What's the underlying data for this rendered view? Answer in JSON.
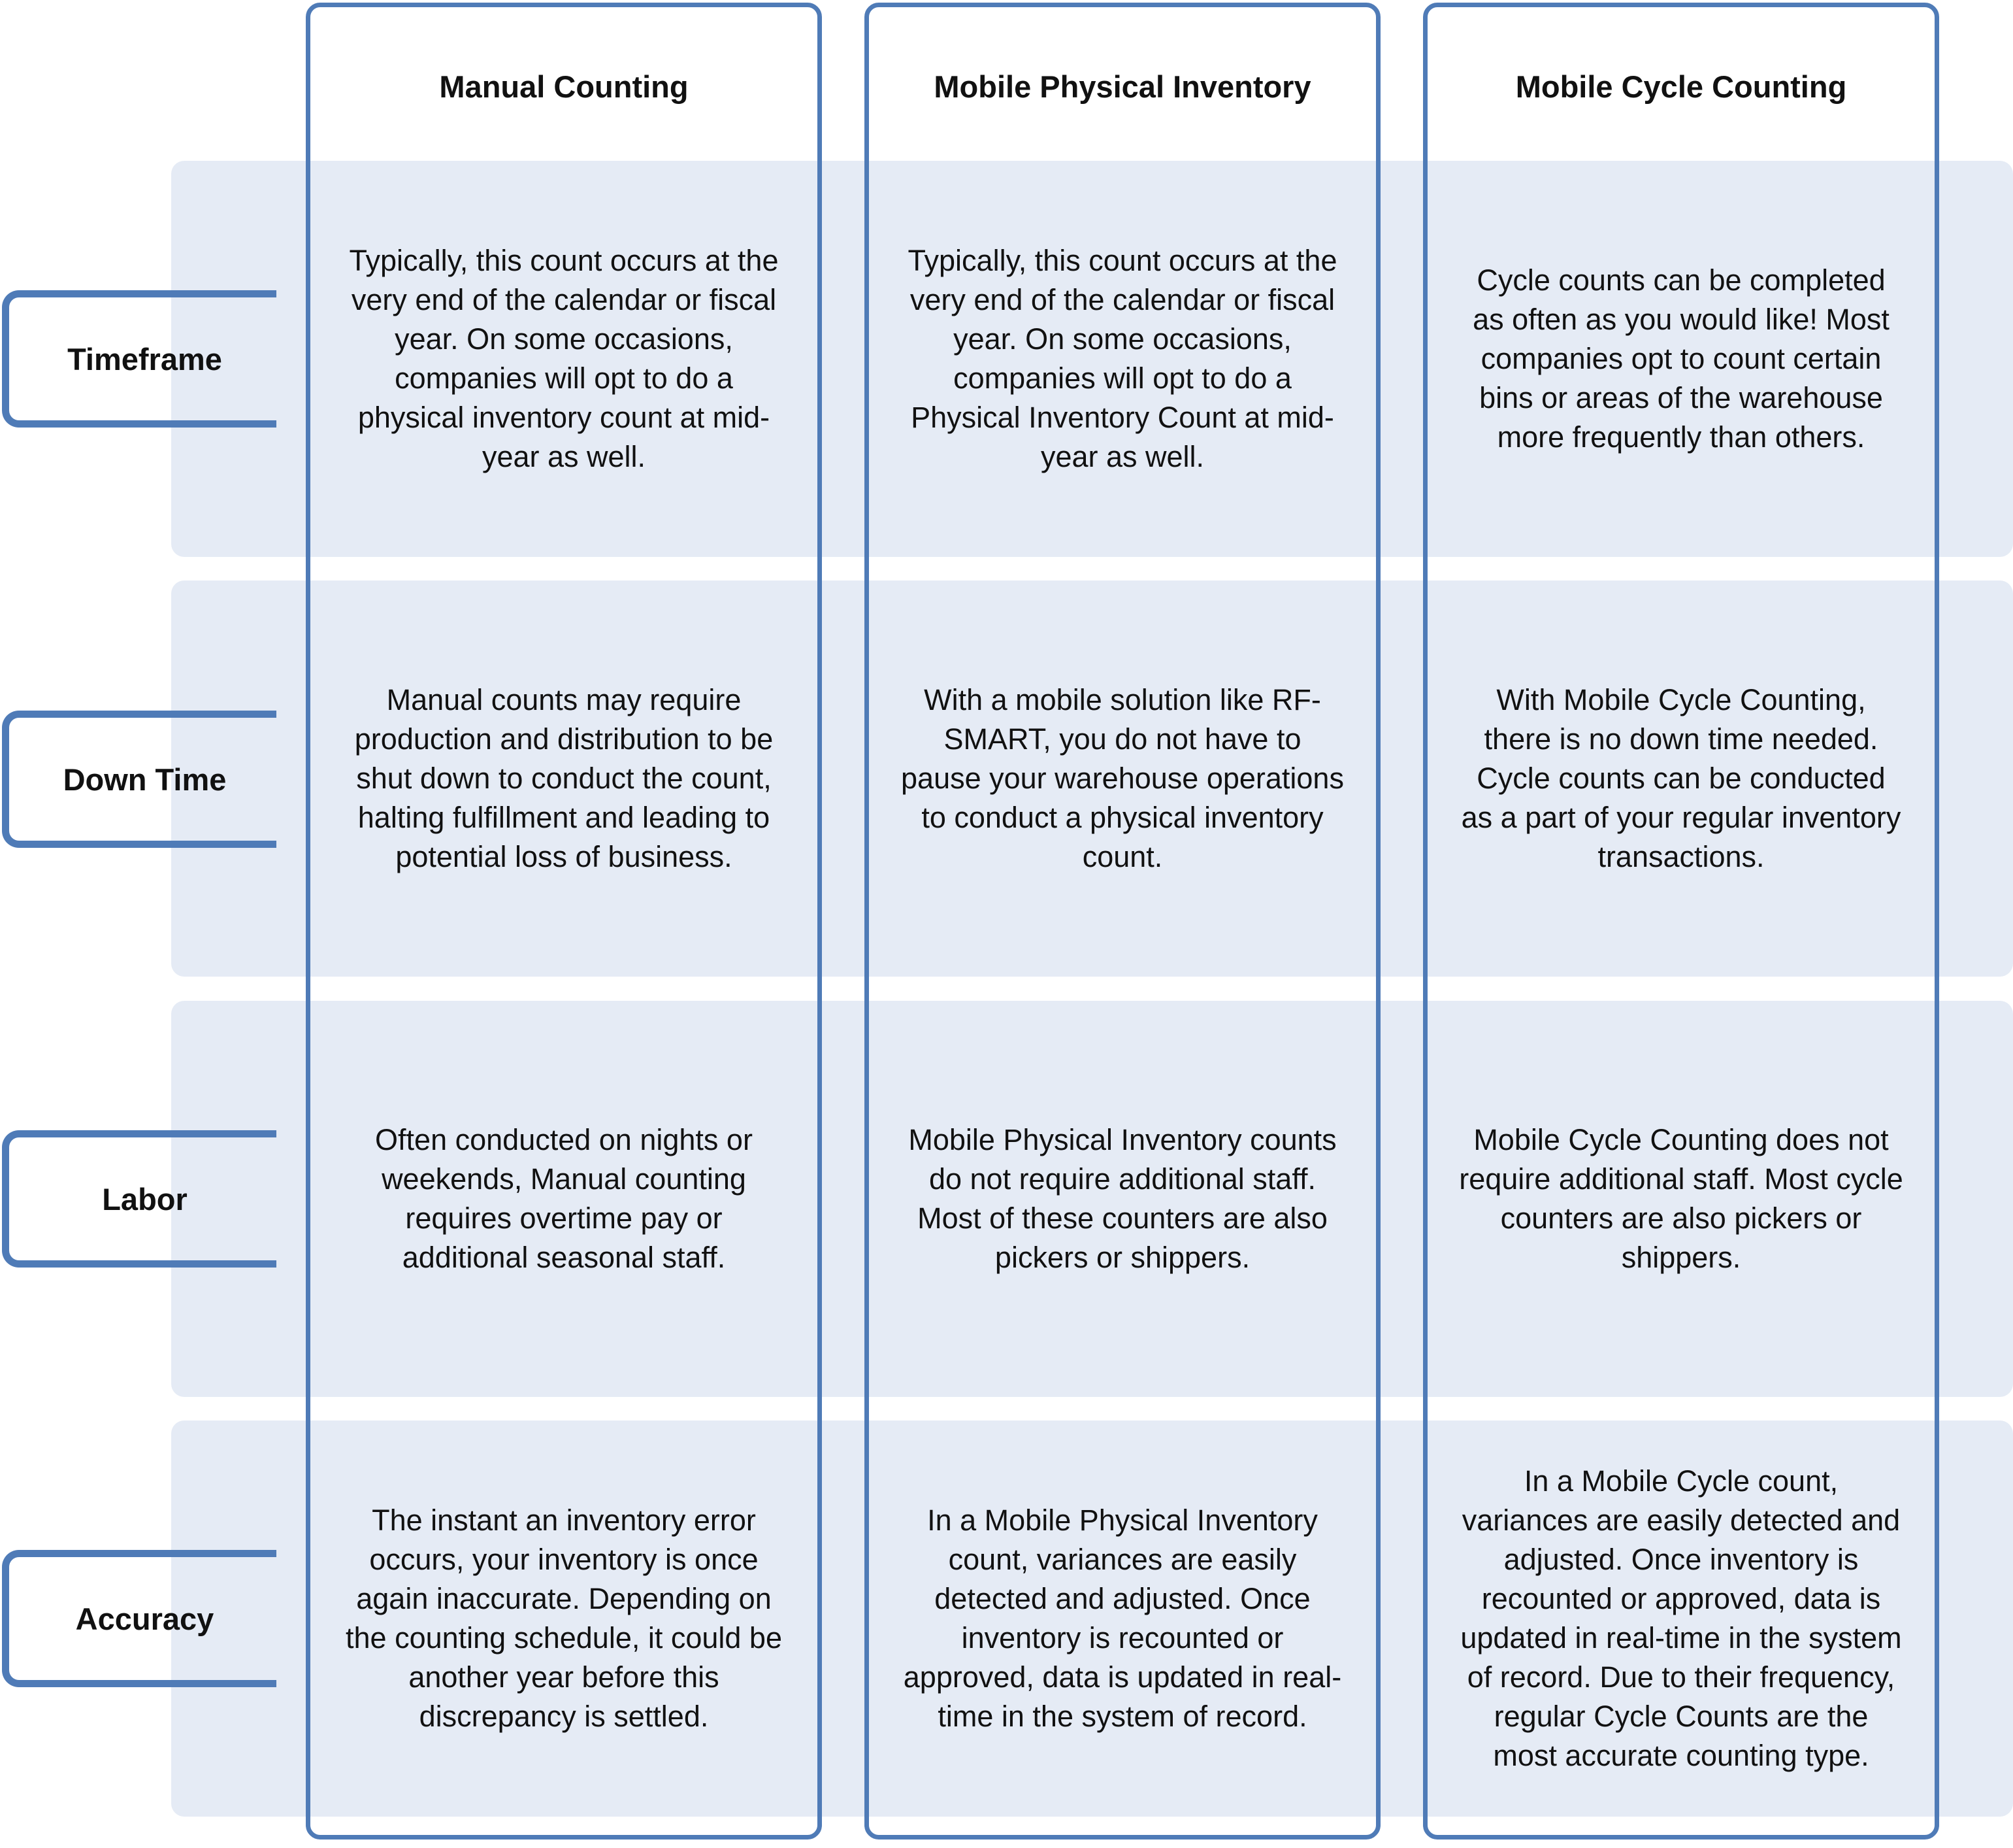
{
  "columns": [
    "Manual Counting",
    "Mobile Physical Inventory",
    "Mobile Cycle Counting"
  ],
  "rows": [
    {
      "label": "Timeframe",
      "cells": [
        "Typically, this count occurs at the very end of the calendar or fiscal year. On some occasions, companies will opt to do a physical inventory count at mid-year as well.",
        "Typically, this count occurs at the very end of the calendar or fiscal year. On some occasions, companies will opt to do a Physical Inventory Count at mid-year as well.",
        "Cycle counts can be completed as often as you would like! Most companies opt to count certain bins or areas of the warehouse more frequently than others."
      ]
    },
    {
      "label": "Down Time",
      "cells": [
        "Manual counts may require production and distribution to be shut down to conduct the count, halting fulfillment and leading to potential loss of business.",
        "With a mobile solution like RF-SMART, you do not have to pause your warehouse operations to conduct a physical inventory count.",
        "With Mobile Cycle Counting, there is no down time needed. Cycle counts can be conducted as a part of your regular inventory transactions."
      ]
    },
    {
      "label": "Labor",
      "cells": [
        "Often conducted on nights or weekends, Manual counting requires overtime pay or additional seasonal staff.",
        "Mobile Physical Inventory counts do not require additional staff. Most of these counters are also pickers or shippers.",
        "Mobile Cycle Counting does not require additional staff. Most cycle counters are also pickers or shippers."
      ]
    },
    {
      "label": "Accuracy",
      "cells": [
        "The instant an inventory error occurs, your inventory is once again inaccurate. Depending on the counting schedule, it could be another year before this discrepancy is settled.",
        "In a Mobile Physical Inventory count, variances are easily detected and adjusted. Once inventory is recounted or approved, data is updated in real-time in the system of record.",
        "In a Mobile Cycle count, variances are easily detected and adjusted. Once inventory is recounted or approved, data is updated in real-time in the system of record. Due to their frequency, regular Cycle Counts are the most accurate counting type."
      ]
    }
  ],
  "colors": {
    "frame": "#4f7bb7",
    "band": "#e5ebf5"
  }
}
